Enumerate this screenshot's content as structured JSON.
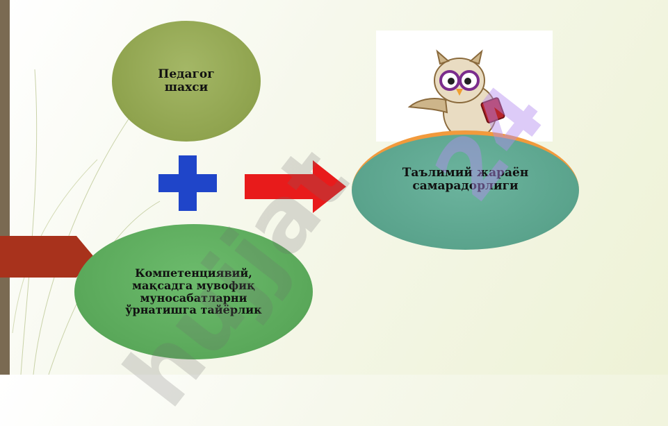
{
  "nodes": {
    "pedagog": "Педагог\nшахси",
    "kompetentsiya": "Компетенциявий,\nмақсадга мувофиқ\nмуносабатларни\nўрнатишга тайёрлик",
    "talim": "Таълимий жараён\nсамарадорлиги"
  },
  "symbols": {
    "plus": "plus-icon",
    "arrow": "right-arrow-icon",
    "owl": "owl-teacher-icon"
  },
  "colors": {
    "pedagog_fill": "#8fa34e",
    "kompetentsiya_fill": "#5aa85a",
    "talim_fill": "#5aa38c",
    "plus": "#1f45c9",
    "arrow": "#e81b1b",
    "accent_orange": "#f29a3c"
  }
}
